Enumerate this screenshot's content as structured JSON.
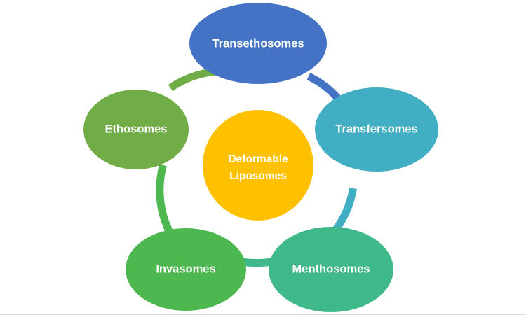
{
  "diagram": {
    "title": "Deformable Liposomes cycle diagram",
    "background_color": "#ffffff",
    "center": {
      "label_line1": "Deformable",
      "label_line2": "Liposomes",
      "color": "#ffc000",
      "text_color": "#ffffff"
    },
    "nodes": [
      {
        "id": "transethosomes",
        "label": "Transethosomes",
        "color": "#4472c4",
        "text_color": "#ffffff",
        "position": "top"
      },
      {
        "id": "transfersomes",
        "label": "Transfersomes",
        "color": "#41aec4",
        "text_color": "#ffffff",
        "position": "right"
      },
      {
        "id": "menthosomes",
        "label": "Menthosomes",
        "color": "#3fb98a",
        "text_color": "#ffffff",
        "position": "bottom-right"
      },
      {
        "id": "invasomes",
        "label": "Invasomes",
        "color": "#4cb84f",
        "text_color": "#ffffff",
        "position": "bottom-left"
      },
      {
        "id": "ethosomes",
        "label": "Ethosomes",
        "color": "#70ad47",
        "text_color": "#ffffff",
        "position": "left"
      }
    ],
    "connectors": [
      {
        "id": "arc-transethosomes-to-transfersomes",
        "from": "transethosomes",
        "to": "transfersomes",
        "color": "#4472c4"
      },
      {
        "id": "arc-transfersomes-to-menthosomes",
        "from": "transfersomes",
        "to": "menthosomes",
        "color": "#41aec4"
      },
      {
        "id": "arc-menthosomes-to-invasomes",
        "from": "menthosomes",
        "to": "invasomes",
        "color": "#3fb98a"
      },
      {
        "id": "arc-invasomes-to-ethosomes",
        "from": "invasomes",
        "to": "ethosomes",
        "color": "#4cb84f"
      },
      {
        "id": "arc-ethosomes-to-transethosomes",
        "from": "ethosomes",
        "to": "transethosomes",
        "color": "#70ad47"
      }
    ]
  }
}
